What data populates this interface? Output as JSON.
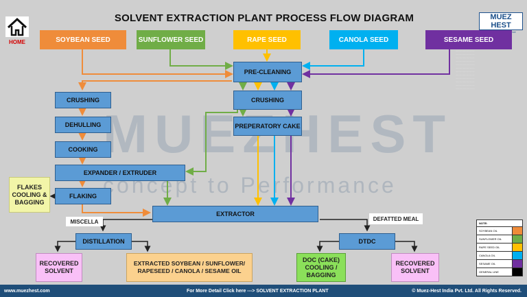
{
  "title": "SOLVENT EXTRACTION PLANT PROCESS FLOW DIAGRAM",
  "home": {
    "label": "HOME",
    "icon": "home-icon"
  },
  "logo": {
    "name": "MUEZ HEST",
    "tagline": "Concept to Performance"
  },
  "watermark": {
    "main": "MUEZHEST",
    "sub": "concept to Performance"
  },
  "colors": {
    "soybean": "#ef8c3a",
    "sunflower": "#70ad47",
    "rapeseed": "#ffc000",
    "canola": "#00b0f0",
    "sesame": "#7030a0",
    "general": "#000000",
    "process": "#5b9bd5"
  },
  "seeds": {
    "soybean": "SOYBEAN SEED",
    "sunflower": "SUNFLOWER SEED",
    "rapeseed": "RAPE SEED",
    "canola": "CANOLA SEED",
    "sesame": "SESAME SEED"
  },
  "steps": {
    "pre_cleaning": "PRE-CLEANING",
    "crushing_left": "CRUSHING",
    "dehulling": "DEHULLING",
    "cooking": "COOKING",
    "expander": "EXPANDER / EXTRUDER",
    "flaking": "FLAKING",
    "crushing_center": "CRUSHING",
    "preparatory_cake": "PREPERATORY CAKE",
    "extractor": "EXTRACTOR",
    "distillation": "DISTILLATION",
    "dtdc": "DTDC"
  },
  "tags": {
    "miscella": "MISCELLA",
    "defatted_meal": "DEFATTED MEAL"
  },
  "outputs": {
    "flakes": "FLAKES COOLING & BAGGING",
    "recovered_left": "RECOVERED SOLVENT",
    "extracted_oil": "EXTRACTED SOYBEAN / SUNFLOWER/ RAPESEED / CANOLA / SESAME OIL",
    "doc": "DOC (CAKE) COOLING / BAGGING",
    "recovered_right": "RECOVERED SOLVENT"
  },
  "legend": {
    "header": "NOTE:",
    "items": [
      {
        "label": "SOYBEAN OIL",
        "color": "#ef8c3a"
      },
      {
        "label": "SUNFLOWER OIL",
        "color": "#70ad47"
      },
      {
        "label": "RAPE SEED OIL",
        "color": "#ffc000"
      },
      {
        "label": "CANOLA OIL",
        "color": "#00b0f0"
      },
      {
        "label": "SESAME OIL",
        "color": "#7030a0"
      },
      {
        "label": "GENERAL LINE",
        "color": "#000000"
      }
    ]
  },
  "footer": {
    "website": "www.muezhest.com",
    "link_text": "For More Detail Click here ---> SOLVENT EXTRACTION PLANT",
    "copyright": "© Muez-Hest India Pvt. Ltd. All Rights Reserved."
  }
}
